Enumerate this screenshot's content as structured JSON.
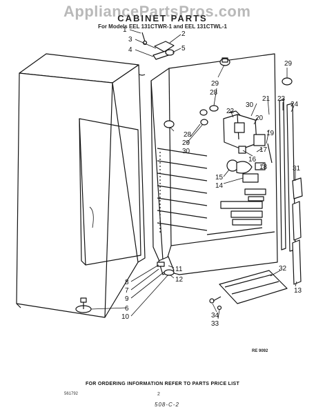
{
  "watermark": "AppliancePartsPros.com",
  "title": "CABINET PARTS",
  "subtitle": "For Models EEL 131CTWR-1 and EEL 131CTWL-1",
  "callouts": [
    {
      "id": "c1",
      "label": "1"
    },
    {
      "id": "c2",
      "label": "2"
    },
    {
      "id": "c3",
      "label": "3"
    },
    {
      "id": "c4",
      "label": "4"
    },
    {
      "id": "c5",
      "label": "5"
    },
    {
      "id": "c29a",
      "label": "29"
    },
    {
      "id": "c28a",
      "label": "28"
    },
    {
      "id": "c29b",
      "label": "29"
    },
    {
      "id": "c21",
      "label": "21"
    },
    {
      "id": "c30a",
      "label": "30"
    },
    {
      "id": "c23",
      "label": "23"
    },
    {
      "id": "c24",
      "label": "24"
    },
    {
      "id": "c22",
      "label": "22"
    },
    {
      "id": "c20",
      "label": "20"
    },
    {
      "id": "c19",
      "label": "19"
    },
    {
      "id": "c17",
      "label": "17"
    },
    {
      "id": "c16",
      "label": "16"
    },
    {
      "id": "c18",
      "label": "18"
    },
    {
      "id": "c28b",
      "label": "28"
    },
    {
      "id": "c29c",
      "label": "29"
    },
    {
      "id": "c30b",
      "label": "30"
    },
    {
      "id": "c15",
      "label": "15"
    },
    {
      "id": "c14",
      "label": "14"
    },
    {
      "id": "c31",
      "label": "31"
    },
    {
      "id": "c11",
      "label": "11"
    },
    {
      "id": "c12",
      "label": "12"
    },
    {
      "id": "c8",
      "label": "8"
    },
    {
      "id": "c7",
      "label": "7"
    },
    {
      "id": "c9",
      "label": "9"
    },
    {
      "id": "c6",
      "label": "6"
    },
    {
      "id": "c10",
      "label": "10"
    },
    {
      "id": "c32",
      "label": "32"
    },
    {
      "id": "c13",
      "label": "13"
    },
    {
      "id": "c34",
      "label": "34"
    },
    {
      "id": "c33",
      "label": "33"
    }
  ],
  "ref_code": "RE 9092",
  "footer": "FOR ORDERING INFORMATION REFER TO PARTS PRICE LIST",
  "doc_code": "561792",
  "page_number": "2",
  "hand_note": "508-C-2"
}
